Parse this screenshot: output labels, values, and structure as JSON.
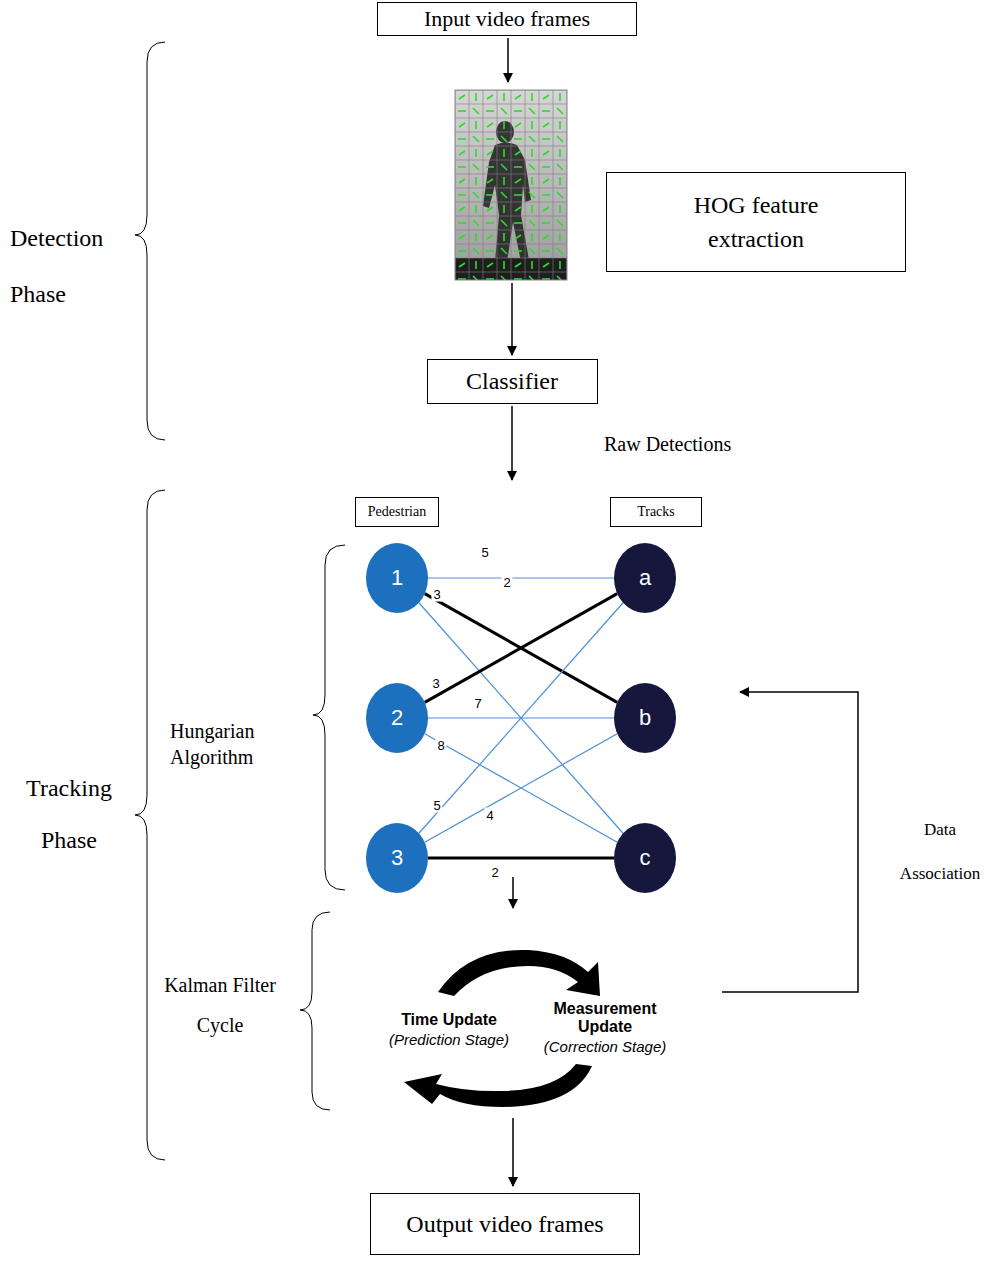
{
  "diagram": {
    "nodes": [
      {
        "text": [
          "Input video frames"
        ]
      },
      {
        "text": [
          "HOG feature extraction"
        ]
      },
      {
        "text": [
          "Classifier"
        ]
      },
      {
        "text": [
          "Pedestrian"
        ]
      },
      {
        "text": [
          "Tracks"
        ]
      },
      {
        "text": [
          "1"
        ]
      },
      {
        "text": [
          "a"
        ]
      },
      {
        "text": [
          "2"
        ]
      },
      {
        "text": [
          "b"
        ]
      },
      {
        "text": [
          "3"
        ]
      },
      {
        "text": [
          "c"
        ]
      },
      {
        "text": [
          "Output video frames"
        ]
      }
    ],
    "edges": [
      {
        "from": 5,
        "to": 6,
        "arrow": "none",
        "label": "5"
      },
      {
        "from": 5,
        "to": 8,
        "arrow": "none",
        "label": "2"
      },
      {
        "from": 5,
        "to": 10,
        "arrow": "none",
        "label": "3"
      },
      {
        "from": 7,
        "to": 6,
        "arrow": "none",
        "label": "3"
      },
      {
        "from": 7,
        "to": 8,
        "arrow": "none",
        "label": "7"
      },
      {
        "from": 7,
        "to": 10,
        "arrow": "none",
        "label": "8"
      },
      {
        "from": 9,
        "to": 6,
        "arrow": "none",
        "label": "5"
      },
      {
        "from": 9,
        "to": 8,
        "arrow": "none",
        "label": "4"
      },
      {
        "from": 9,
        "to": 10,
        "arrow": "none",
        "label": "2"
      }
    ],
    "labels": [
      "Detection Phase",
      "Raw Detections",
      "Tracking Phase",
      "Hungarian Algorithm",
      "Kalman Filter Cycle",
      "Time Update",
      "(Prediction Stage)",
      "Measurement Update",
      "(Correction Stage)",
      "Data Association"
    ]
  }
}
